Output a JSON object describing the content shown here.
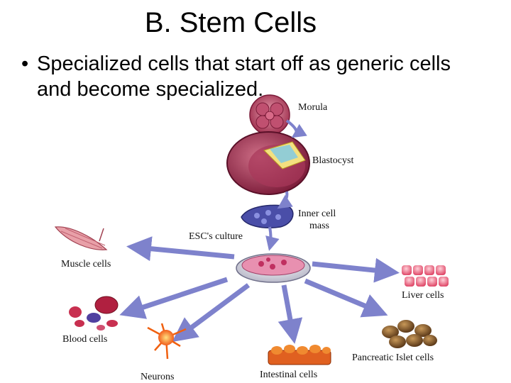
{
  "slide": {
    "title": "B. Stem Cells",
    "bullet_symbol": "•",
    "bullet_text": "Specialized cells that start off as generic cells and become specialized."
  },
  "diagram": {
    "labels": {
      "morula": "Morula",
      "blastocyst": "Blastocyst",
      "inner_cell_1": "Inner cell",
      "inner_cell_2": "mass",
      "esc_culture": "ESC's culture",
      "muscle": "Muscle cells",
      "blood": "Blood cells",
      "neurons": "Neurons",
      "intestinal": "Intestinal cells",
      "pancreatic": "Pancreatic Islet cells",
      "liver": "Liver cells"
    }
  }
}
